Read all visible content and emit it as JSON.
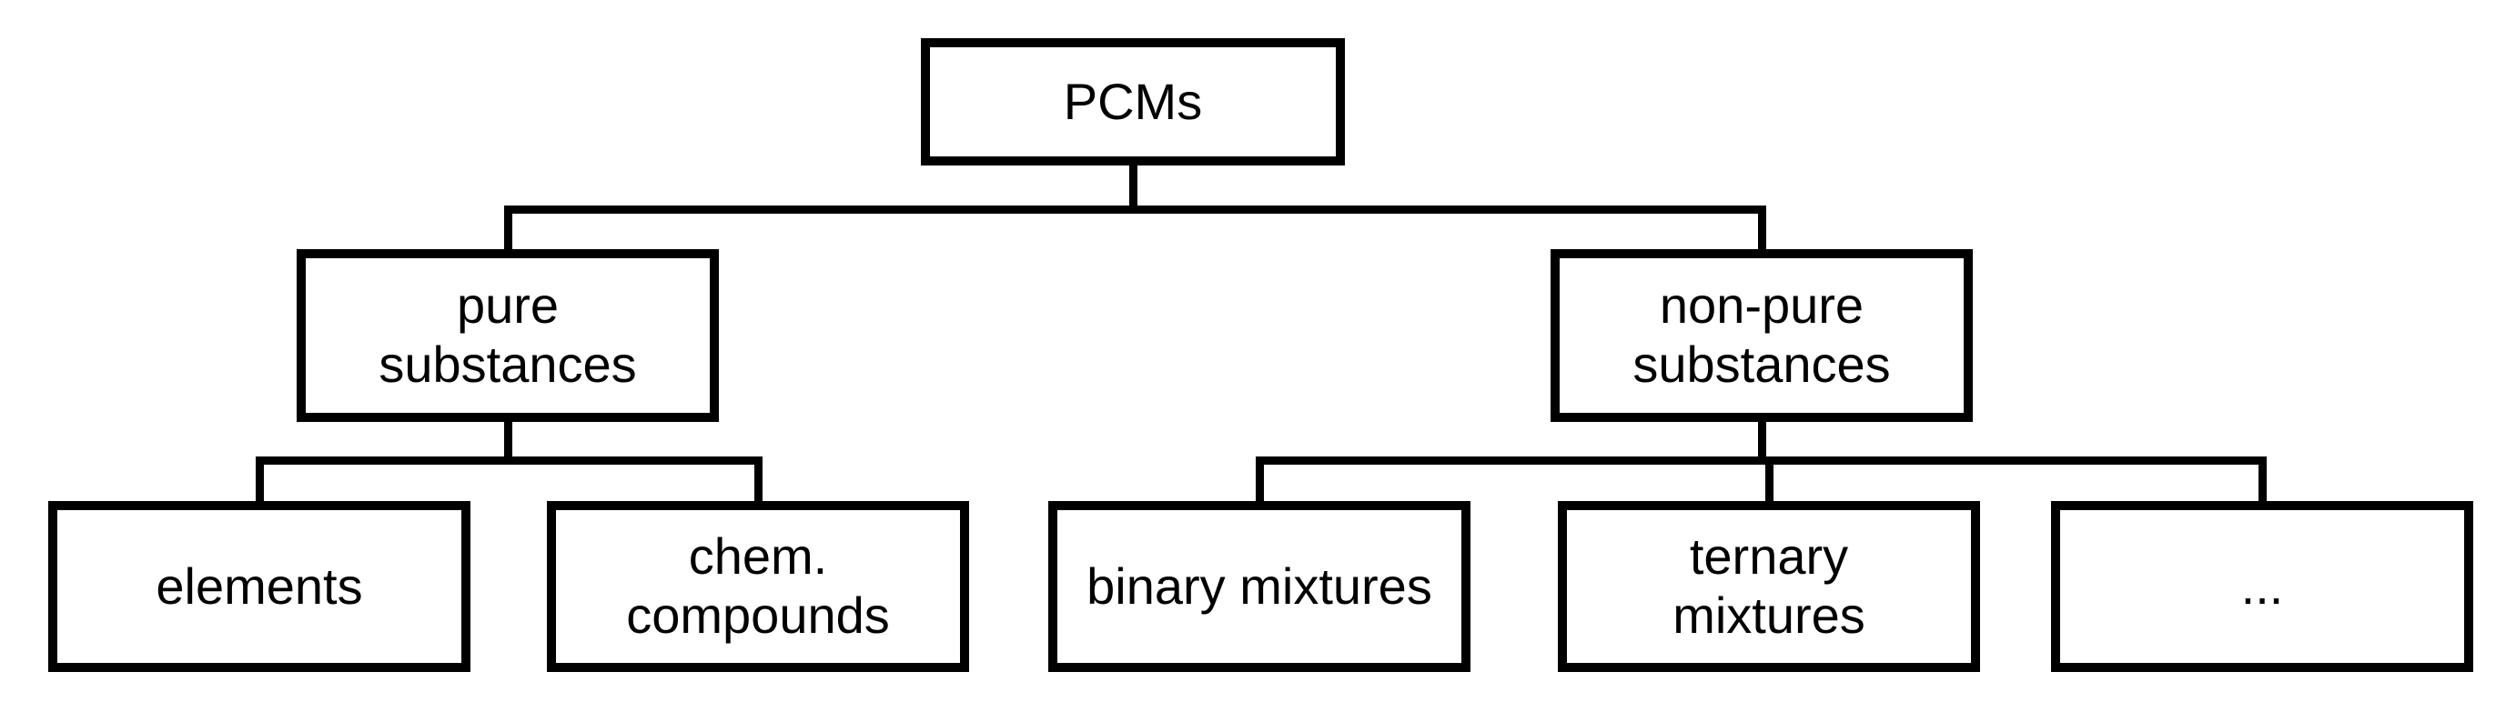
{
  "diagram": {
    "type": "tree",
    "colors": {
      "background": "#ffffff",
      "line": "#000000",
      "text": "#000000"
    },
    "root": {
      "label": "PCMs",
      "children": [
        {
          "label": [
            "pure",
            "substances"
          ],
          "children": [
            {
              "label": [
                "elements"
              ]
            },
            {
              "label": [
                "chem.",
                "compounds"
              ]
            }
          ]
        },
        {
          "label": [
            "non-pure",
            "substances"
          ],
          "children": [
            {
              "label": [
                "binary mixtures"
              ]
            },
            {
              "label": [
                "ternary",
                "mixtures"
              ]
            },
            {
              "label": [
                "..."
              ]
            }
          ]
        }
      ]
    }
  }
}
